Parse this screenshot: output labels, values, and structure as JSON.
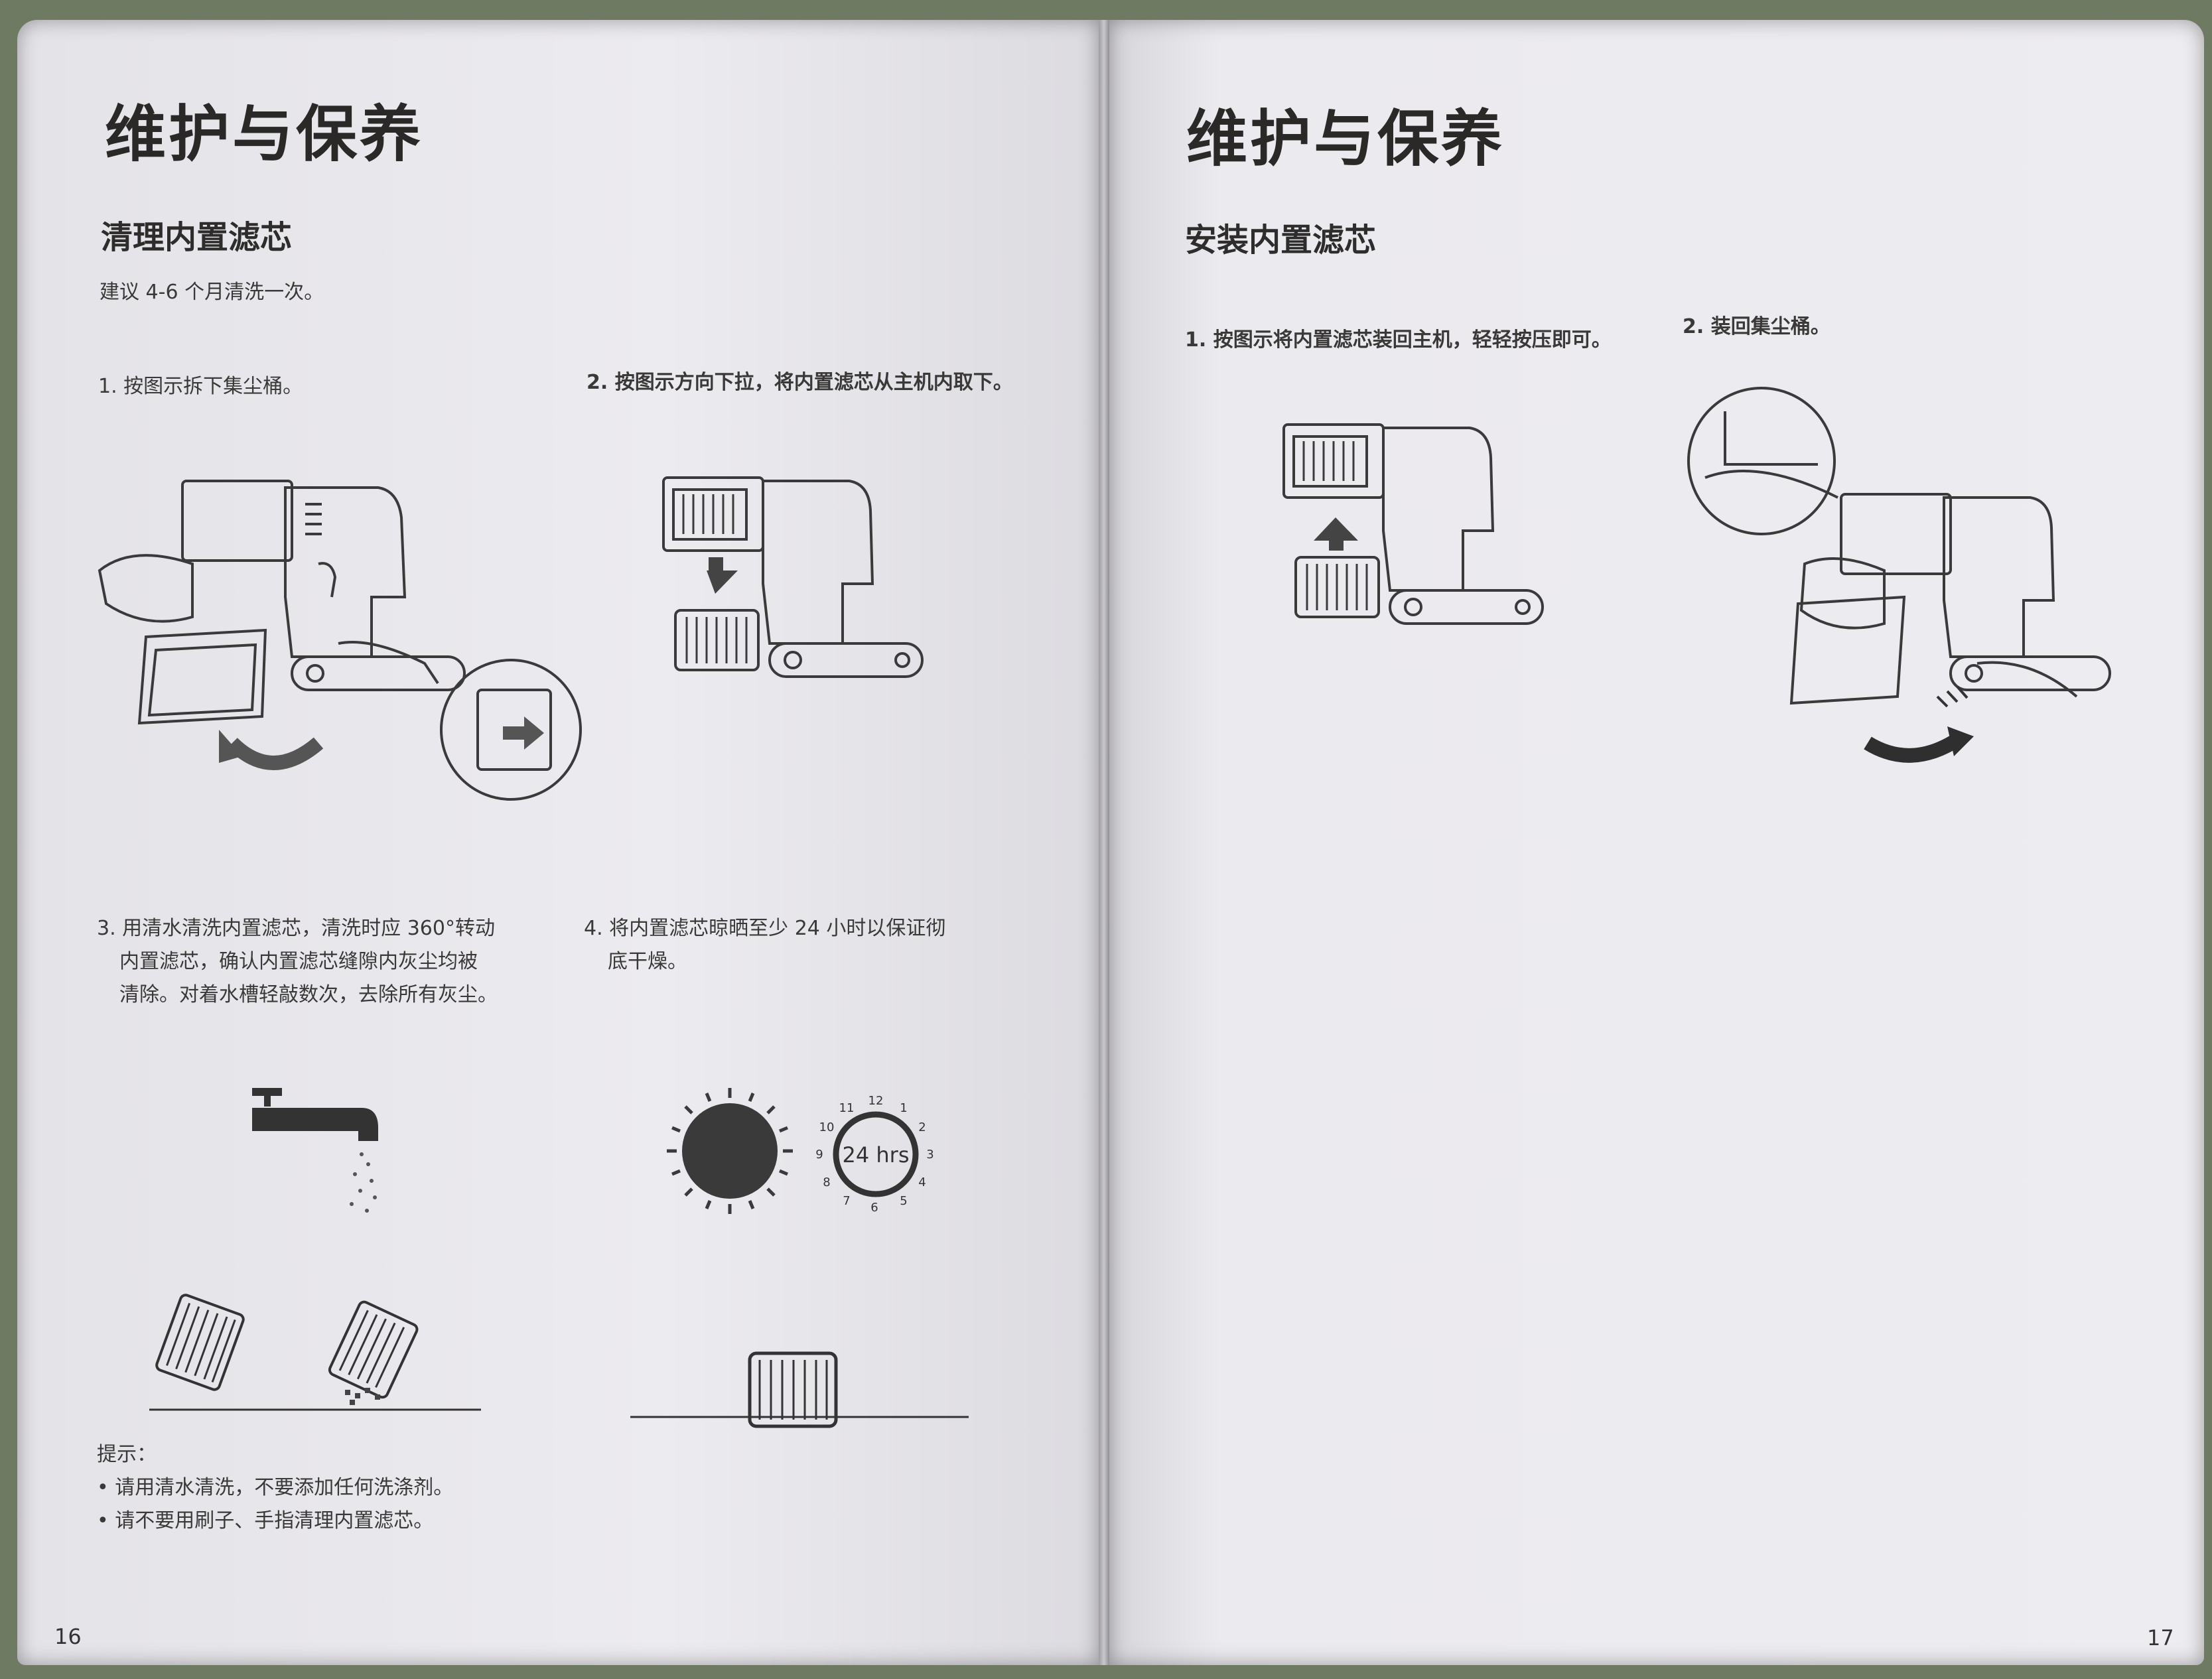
{
  "left_page": {
    "title": "维护与保养",
    "section_title": "清理内置滤芯",
    "recommendation": "建议 4-6 个月清洗一次。",
    "steps": [
      {
        "label": "1. 按图示拆下集尘桶。"
      },
      {
        "label": "2. 按图示方向下拉，将内置滤芯从主机内取下。"
      },
      {
        "line1": "3. 用清水清洗内置滤芯，清洗时应 360°转动",
        "line2": "内置滤芯，确认内置滤芯缝隙内灰尘均被",
        "line3": "清除。对着水槽轻敲数次，去除所有灰尘。"
      },
      {
        "line1": "4. 将内置滤芯晾晒至少 24 小时以保证彻",
        "line2": "底干燥。"
      }
    ],
    "tips_title": "提示：",
    "tips": [
      "请用清水清洗，不要添加任何洗涤剂。",
      "请不要用刷子、手指清理内置滤芯。"
    ],
    "page_number": "16",
    "clock": {
      "center_label": "24 hrs",
      "numbers": [
        "12",
        "1",
        "2",
        "3",
        "4",
        "5",
        "6",
        "7",
        "8",
        "9",
        "10",
        "11"
      ]
    }
  },
  "right_page": {
    "title": "维护与保养",
    "section_title": "安装内置滤芯",
    "steps": [
      {
        "label": "1. 按图示将内置滤芯装回主机，轻轻按压即可。"
      },
      {
        "label": "2. 装回集尘桶。"
      }
    ],
    "page_number": "17"
  }
}
